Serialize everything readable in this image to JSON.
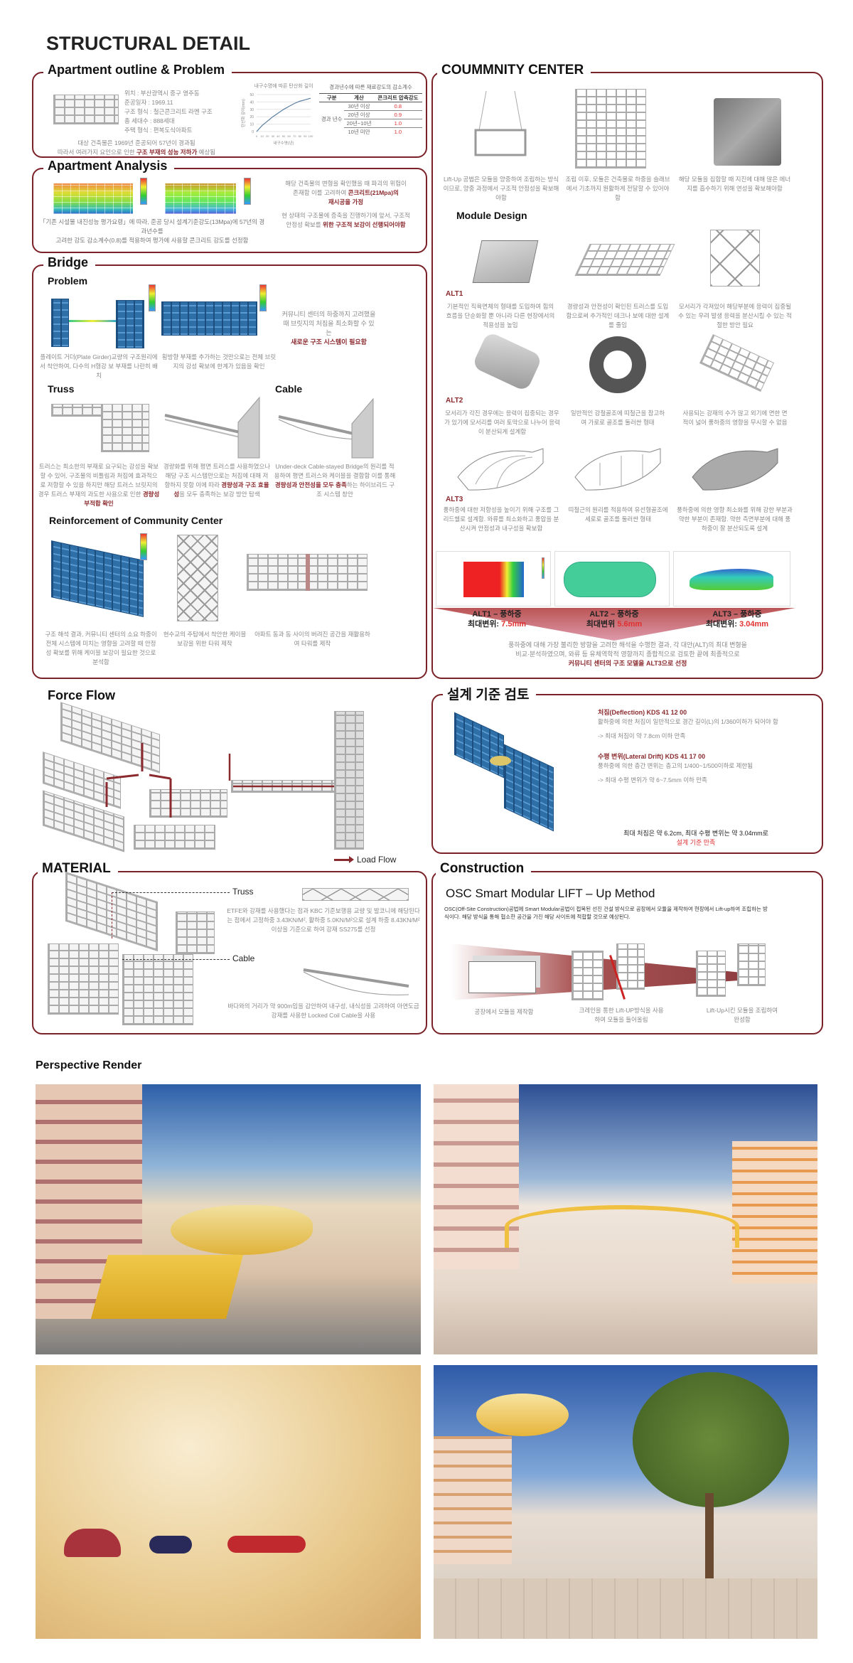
{
  "title": "STRUCTURAL DETAIL",
  "colors": {
    "accent": "#7a2228",
    "highlight": "#8b2a2e",
    "value_red": "#e03030"
  },
  "outline": {
    "title": "Apartment outline & Problem",
    "info": [
      "위치 : 부산광역시 중구 영주동",
      "준공일자 : 1969.11",
      "구조 형식 : 철근콘크리트 라멘 구조",
      "총 세대수 : 888세대",
      "주택 형식 : 편복도식아파트"
    ],
    "note1": "대상 건축물은 1969년 준공되어 57년이 경과됨",
    "note2a": "따라서 여러가지 요인으로 인한 ",
    "note2b": "구조 부재의 성능 저하가",
    "note2c": " 예상됨",
    "table": {
      "title": "경과년수에 따른 재료강도의 감소계수",
      "headers": [
        "구분",
        "계산",
        "콘크리트 압축강도"
      ],
      "group": "경과 년수",
      "rows": [
        [
          "30년 이상",
          "0.8"
        ],
        [
          "20년 이상",
          "0.9"
        ],
        [
          "20년~10년",
          "1.0"
        ],
        [
          "10년 미만",
          "1.0"
        ]
      ]
    }
  },
  "chart_data": {
    "type": "line",
    "title": "내구수명에 따른 탄산화 깊이",
    "xlabel": "내구수명(년)",
    "ylabel": "탄산화 깊이(mm)",
    "x": [
      0,
      10,
      20,
      30,
      40,
      50,
      60,
      70,
      80,
      90,
      100
    ],
    "values": [
      0,
      8,
      14,
      20,
      25,
      30,
      34,
      38,
      41,
      43,
      45
    ],
    "ylim": [
      0,
      50
    ],
    "yticks": [
      "0",
      "10",
      "20",
      "30",
      "40",
      "50"
    ],
    "xticks": [
      "0",
      "10",
      "20",
      "30",
      "40",
      "50",
      "60",
      "70",
      "80",
      "90",
      "100"
    ]
  },
  "analysis": {
    "title": "Apartment Analysis",
    "left1": "「기존 시설물 내진성능 평가요령」에 따라, 준공 당시 설계기준강도(13Mpa)에 57년의 경과년수를",
    "left2": "고려한 강도 감소계수(0.8)를 적용하여 평가에 사용할 콘크리트 강도를 선정함",
    "r1": "해당 건축물의 변형을 확인했을 때 파괴의 위험이",
    "r2": "존재함 이를 고려하여 ",
    "r2h": "콘크리트(21Mpa)의",
    "r3h": "재시공을 가정",
    "r4": "현 상태의 구조물에 증축을 진행하기에 앞서, 구조적",
    "r5": "안정성 확보를 ",
    "r5h": "위한 구조적 보강이 선행되어야함"
  },
  "bridge": {
    "title": "Bridge",
    "problem": "Problem",
    "truss": "Truss",
    "cable": "Cable",
    "reinf": "Reinforcement of Community Center",
    "p_cap1": "플레이트 거더(Plate Girder)교량의 구조원리에서 착안하여, 다수의 H형강 보 부재를 나란히 배치",
    "p_cap2": "횡방향 부재를 추가하는 것만으로는 전체 브릿지의 강성 확보에 한계가 있음을 확인",
    "p_right1": "커뮤니티 센터의 하중까지 고려했을 때 브릿지의 처짐을 최소화할 수 있는",
    "p_right2": "새로운 구조 시스템이 필요함",
    "t_cap": "트러스는 최소한의 부재로 요구되는 강성을 확보할 수 있어, 구조물의 비틀림과 처짐에 효과적으로 저항할 수 있음 하지만 해당 트러스 브릿지의 경우 트러스 부재의 과도한 사용으로 인한 ",
    "t_cap_h": "경량성 부적합 확인",
    "m_cap": "경량화를 위해 평면 트러스를 사용하였으나 해당 구조 시스템만으로는 처짐에 대해 저항하지 못함 이에 따라 ",
    "m_cap_h": "경량성과 구조 효율성",
    "m_cap2": "을 모두 충족하는 보강 방안 탐색",
    "c_cap": "Under-deck Cable-stayed Bridge의 원리를 적용하여 평면 트러스와 케이블을 결합함 이를 통해 ",
    "c_cap_h": "경량성과 안전성을 모두 충족",
    "c_cap2": "하는 하이브리드 구조 시스템 창안",
    "r_cap1": "구조 해석 결과, 커뮤니티 센터의 소요 하중이 전체 시스템에 미치는 영향을 고려할 때 안정성 확보를 위해 케이블 보강이 필요한 것으로 분석함",
    "r_cap2": "현수교의 주탑에서 착안한 케이블 보강을 위한 타워 제작",
    "r_cap3": "아파트 동과 동 사이의 버려진 공간을 재활용하여 타워를 제작"
  },
  "community": {
    "title": "COUMMNITY CENTER",
    "top_caps": [
      "Lift-Up 공법은 모듈을 양중하여 조립하는 방식이므로, 양중 과정에서 구조적 안정성을 확보해야함",
      "조립 이후, 모듈은 건축물로 하중을 슬래브에서 기초까지 원활하게 전달할 수 있어야함",
      "해당 모듈을 집합할 때 지진에 대해 많은 에너지를 흡수하기 위해 연성을 확보해야함"
    ],
    "module_design": "Module Design",
    "alts": [
      {
        "label": "ALT1",
        "caps": [
          "기본적인 직육면체의 형태를 도입하여 힘의 흐름을 단순화할 뿐 아니라 다른 현장에서의 적용성을 높임",
          "경량성과 안전성이 확인된 트러스를 도입함으로써 추가적인 데크나 보에 대한 설계를 줄임",
          "모서리가 각져있어 해당부분에 응력이 집중될 수 있는 우려 발생 응력을 분산시킬 수 있는 적절한 방안 필요"
        ]
      },
      {
        "label": "ALT2",
        "caps": [
          "모서리가 각진 경우에는 응력이 집중되는 경우가 있기에 모서리를 여러 토막으로 나누어 응력이 분산되게 설계함",
          "일반적인 강철골조에 띠철근을 참고하여 가로로 골조를 둘러싼 형태",
          "사용되는 강재의 수가 많고 외기에 면한 면적이 넓어 풍하중의 영향을 무시할 수 없음"
        ]
      },
      {
        "label": "ALT3",
        "caps": [
          "풍하중에 대한 저항성을 높이기 위해 구조를 그리드쉘로 설계함. 와류를 최소화하고 풍압을 분산시켜 안정성과 내구성을 확보함",
          "띠철근의 원리를 적용하여 유선형골조에 세로로 골조를 둘러싼 형태",
          "풍하중에 의한 영향 최소화를 위해 강한 부분과 약한 부분이 존재함. 약한 측면부분에 대해 풍하중이 잘 분산되도록 설계"
        ]
      }
    ],
    "results": [
      {
        "name": "ALT1 – 풍하중",
        "label": "최대변위:",
        "value": "7.5mm"
      },
      {
        "name": "ALT2 – 풍하중",
        "label": "최대변위",
        "value": "5.6mm"
      },
      {
        "name": "ALT3 – 풍하중",
        "label": "최대변위:",
        "value": "3.04mm"
      }
    ],
    "concl1": "풍하중에 대해 가장 불리한 방향을 고려한 해석을 수행한 결과, 각 대안(ALT)의 최대 변형을",
    "concl2": "비교·분석하였으며, 와류 등 유체역학적 영향까지 종합적으로 검토한 끝에 최종적으로",
    "concl3": "커뮤니티 센터의 구조 모델을 ALT3으로 선정"
  },
  "force": {
    "title": "Force Flow",
    "legend": "Load Flow"
  },
  "criteria": {
    "title": "설계 기준 검토",
    "h1": "처짐(Deflection) KDS 41 12 00",
    "t1": "활하중에 의한 처짐이 일반적으로 경간 길이(L)의 1/360이하가 되어야 함",
    "r1": "-> 최대 처짐이 약 7.8cm 이하 만족",
    "h2": "수평 변위(Lateral Drift) KDS 41 17 00",
    "t2": "풍하중에 의한 층간 변위는 층고의 1/400~1/500이하로 제한됨",
    "r2": "-> 최대 수평 변위가 약 6~7.5mm 이하 만족",
    "s1": "최대 처짐은 약 6.2cm, 최대 수평 변위는 약 3.04mm로",
    "s2": "설계 기준 만족"
  },
  "material": {
    "title": "MATERIAL",
    "truss": "Truss",
    "cable": "Cable",
    "t_text": "ETFE와 강재를 사용했다는 점과 KBC 기준보행용 교량 및 발코니에 해당된다는 점에서 고정하중 3.43KN/M², 활하중 5.0KN/M²으로 설계 하중 8.43KN/M²이상을 기준으로 하여 강재 SS275를 선정",
    "c_text": "바다와의 거리가 약 900m임을 감안하여 내구성, 내식성을 고려하여 아연도금강재를 사용한 Locked Coil Cable을 사용"
  },
  "construction": {
    "title": "Construction",
    "method": "OSC Smart Modular LIFT – Up  Method",
    "desc": "OSC(Off-Site Construction)공법에 Smart Modular공법이 접목된 선진 건설 방식으로 공장에서 모듈을 제작하여 현장에서 Lift-up하여 조립하는 방식이다. 해당 방식을 통해 협소한 공간을 가진 해당 사이트에 적합할 것으로 예상된다.",
    "steps": [
      "공장에서 모듈을 제작함",
      "크레인을 통한 Lift-UP방식을 사용하여 모듈을 들어올림",
      "Lift-Up시킨 모듈을 조립하여 완성함"
    ]
  },
  "render": {
    "title": "Perspective Render"
  }
}
